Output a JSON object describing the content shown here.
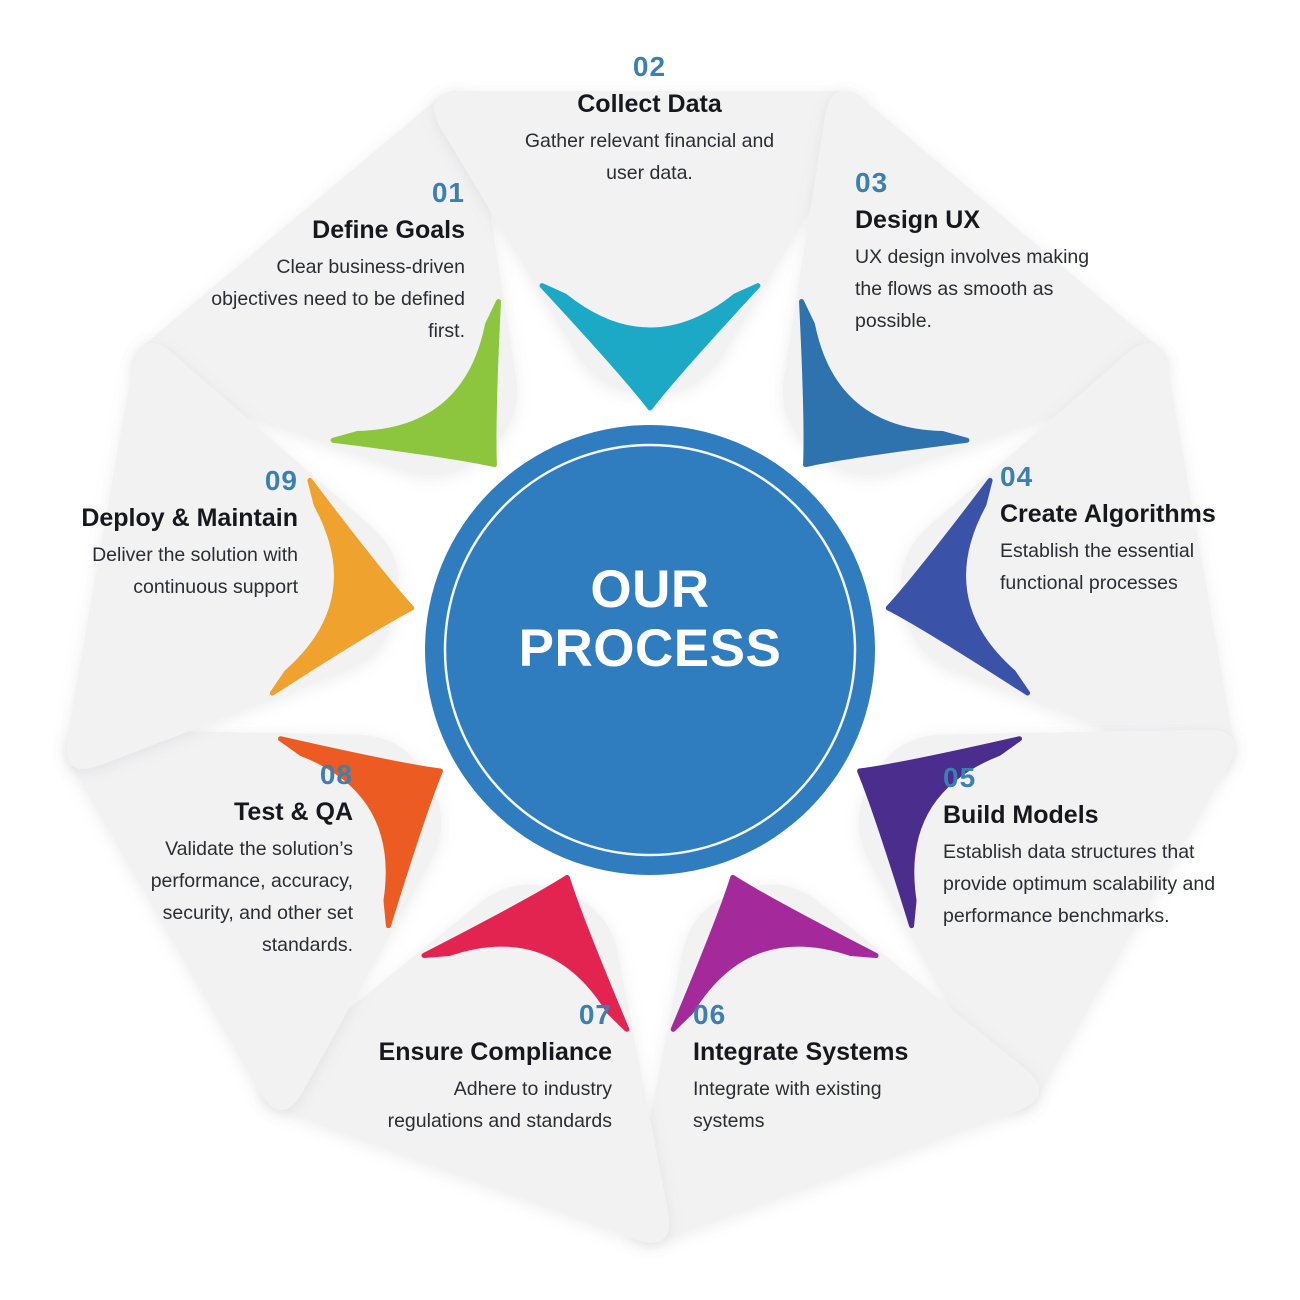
{
  "center": {
    "title_line1": "OUR",
    "title_line2": "PROCESS",
    "fill_color": "#2F7DBE",
    "ring_color": "#F2F6FA",
    "text_color": "#FFFFFF"
  },
  "theme": {
    "panel_fill": "#F2F2F3",
    "number_color": "#3C7FB1",
    "title_color": "#16181D",
    "desc_color": "#2A2D33",
    "page_background": "#FFFFFF"
  },
  "steps": [
    {
      "number": "01",
      "title": "Define Goals",
      "desc": "Clear business-driven objectives need to be defined first.",
      "arrow_color": "#8CC63E",
      "align": "right"
    },
    {
      "number": "02",
      "title": "Collect Data",
      "desc": "Gather relevant financial and user data.",
      "arrow_color": "#1BA9C6",
      "align": "center"
    },
    {
      "number": "03",
      "title": "Design UX",
      "desc": "UX design involves making the flows as smooth as possible.",
      "arrow_color": "#2E72AE",
      "align": "left"
    },
    {
      "number": "04",
      "title": "Create Algorithms",
      "desc": "Establish the essential functional processes",
      "arrow_color": "#3A53A8",
      "align": "left"
    },
    {
      "number": "05",
      "title": "Build Models",
      "desc": "Establish data structures that provide optimum scalability and performance benchmarks.",
      "arrow_color": "#4A2D8C",
      "align": "left"
    },
    {
      "number": "06",
      "title": "Integrate Systems",
      "desc": "Integrate with existing systems",
      "arrow_color": "#A42A9B",
      "align": "left"
    },
    {
      "number": "07",
      "title": "Ensure Compliance",
      "desc": "Adhere to industry regulations and standards",
      "arrow_color": "#E32451",
      "align": "right"
    },
    {
      "number": "08",
      "title": "Test & QA",
      "desc": "Validate the solution’s performance, accuracy, security, and other set standards.",
      "arrow_color": "#EC5B22",
      "align": "right"
    },
    {
      "number": "09",
      "title": "Deploy & Maintain",
      "desc": "Deliver the solution with continuous support",
      "arrow_color": "#F0A22E",
      "align": "right"
    }
  ]
}
